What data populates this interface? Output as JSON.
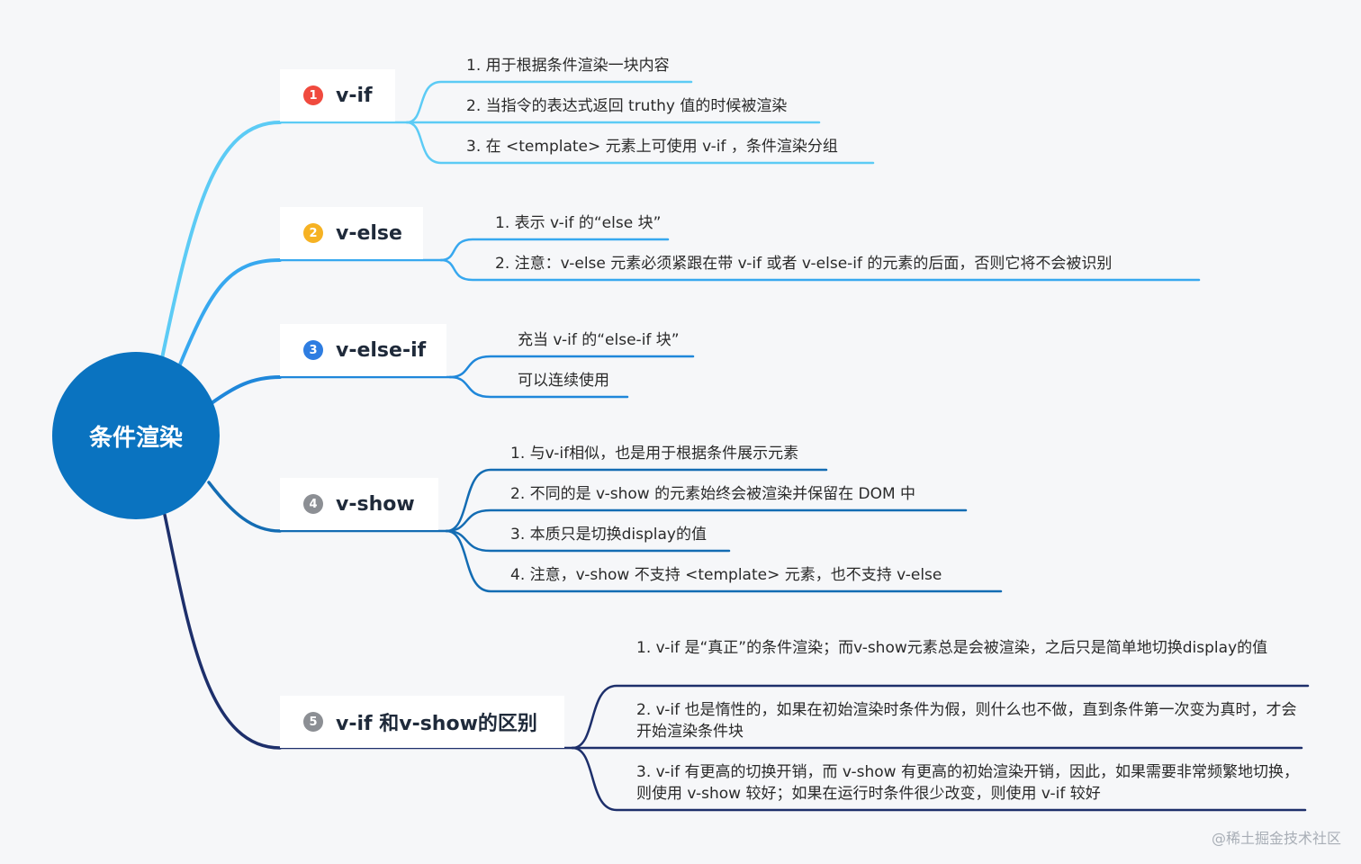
{
  "colors": {
    "central": "#0a73c0",
    "b1": "#5ccbf5",
    "b2": "#37a8ef",
    "b3": "#1f87da",
    "b4": "#136cb3",
    "b5": "#1d2f6b",
    "badge1": "#f04a3e",
    "badge2": "#f6b223",
    "badge3": "#2e7de1",
    "badge4": "#8c8f94",
    "badge5": "#8c8f94"
  },
  "central": {
    "label": "条件渲染"
  },
  "branches": [
    {
      "number": "1",
      "label": "v-if",
      "items": [
        "1. 用于根据条件渲染一块内容",
        "2. 当指令的表达式返回 truthy 值的时候被渲染",
        "3. 在 <template> 元素上可使用 v-if ，条件渲染分组"
      ]
    },
    {
      "number": "2",
      "label": "v-else",
      "items": [
        "1. 表示 v-if 的“else 块”",
        "2. 注意：v-else 元素必须紧跟在带 v-if 或者 v-else-if 的元素的后面，否则它将不会被识别"
      ]
    },
    {
      "number": "3",
      "label": "v-else-if",
      "items": [
        "充当 v-if 的“else-if 块”",
        "可以连续使用"
      ]
    },
    {
      "number": "4",
      "label": "v-show",
      "items": [
        "1. 与v-if相似，也是用于根据条件展示元素",
        "2. 不同的是 v-show 的元素始终会被渲染并保留在 DOM 中",
        "3. 本质只是切换display的值",
        "4. 注意，v-show 不支持 <template> 元素，也不支持 v-else"
      ]
    },
    {
      "number": "5",
      "label": "v-if 和v-show的区别",
      "items": [
        "1. v-if 是“真正”的条件渲染；而v-show元素总是会被渲染，之后只是简单地切换display的值",
        "2. v-if 也是惰性的，如果在初始渲染时条件为假，则什么也不做，直到条件第一次变为真时，才会开始渲染条件块",
        "3. v-if 有更高的切换开销，而 v-show 有更高的初始渲染开销，因此，如果需要非常频繁地切换，则使用 v-show 较好；如果在运行时条件很少改变，则使用 v-if 较好"
      ]
    }
  ],
  "watermark": "@稀土掘金技术社区"
}
